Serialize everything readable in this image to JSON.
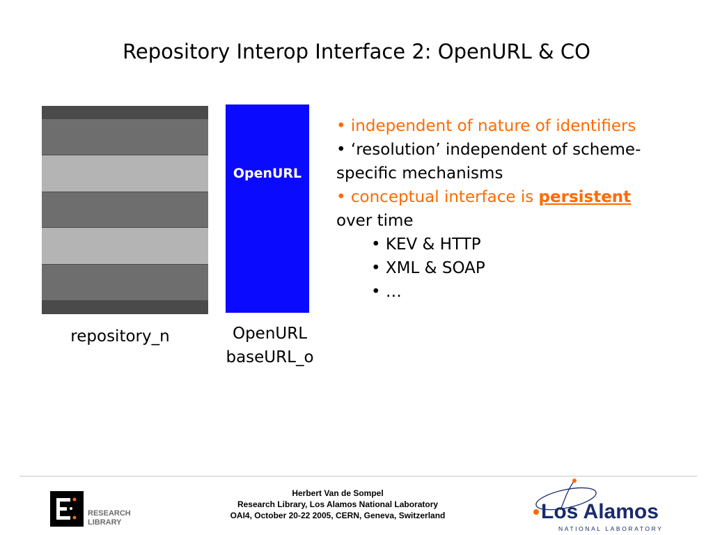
{
  "slide": {
    "title": "Repository Interop Interface 2: OpenURL & CO"
  },
  "diagram": {
    "openurl_box_label": "OpenURL",
    "repository_label": "repository_n",
    "openurl_label_line1": "OpenURL",
    "openurl_label_line2": "baseURL_o"
  },
  "bullets": {
    "b1": "• independent of nature of identifiers",
    "b2": "• ‘resolution’ independent of scheme-",
    "b2_cont": "specific mechanisms",
    "b3_prefix": "• conceptual interface is ",
    "b3_emph": "persistent",
    "b3_cont": "over time",
    "sub1": "• KEV & HTTP",
    "sub2": "• XML & SOAP",
    "sub3": "• …"
  },
  "footer": {
    "line1": "Herbert Van de Sompel",
    "line2": "Research Library, Los Alamos National Laboratory",
    "line3": "OAI4, October 20-22 2005, CERN, Geneva, Switzerland",
    "research_logo_line1": "RESEARCH",
    "research_logo_line2": "LIBRARY",
    "lanl_logo_line1": "Los Alamos",
    "lanl_logo_line2": "NATIONAL LABORATORY"
  },
  "colors": {
    "accent_orange": "#ff6a00",
    "openurl_blue": "#0a0aff",
    "stripe_dark": "#6e6e6e",
    "stripe_light": "#b4b4b4",
    "stripe_edge": "#4a4a4a"
  }
}
